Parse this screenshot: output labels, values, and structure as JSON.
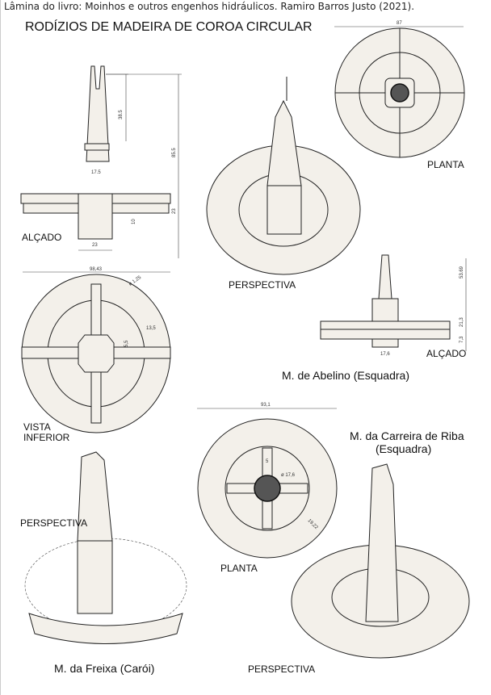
{
  "caption": "Lâmina do livro: Moinhos e outros engenhos hidráulicos. Ramiro Barros Justo (2021).",
  "title": "RODÍZIOS DE MADEIRA DE COROA CIRCULAR",
  "views": {
    "alcado1": "ALÇADO",
    "planta1": "PLANTA",
    "perspectiva1": "PERSPECTIVA",
    "alcado2": "ALÇADO",
    "vista_inferior_1": "VISTA",
    "vista_inferior_2": "INFERIOR",
    "perspectiva2": "PERSPECTIVA",
    "planta2": "PLANTA",
    "perspectiva3": "PERSPECTIVA"
  },
  "mills": {
    "abelino": "M. de Abelino (Esquadra)",
    "carreira_1": "M. da Carreira de Riba",
    "carreira_2": "(Esquadra)",
    "freixa": "M. da Freixa  (Carói)"
  },
  "dimensions": {
    "planta1_diam": "87",
    "alcado1_slot": "38.5",
    "alcado1_height": "85.5",
    "alcado1_shaft": "17.5",
    "alcado1_base": "23",
    "alcado1_bottom": "10",
    "alcado1_foot": "23",
    "vista_diam": "98,43",
    "vista_hole": "ø 1,25",
    "vista_ring": "13,5",
    "vista_arm": "5,5",
    "alcado2_height": "53.69",
    "alcado2_mid": "21,3",
    "alcado2_bottom": "7,3",
    "alcado2_foot": "17,6",
    "planta2_diam": "93,1",
    "planta2_arm": "5",
    "planta2_shaft": "ø 17,6",
    "planta2_ring": "19,22"
  }
}
